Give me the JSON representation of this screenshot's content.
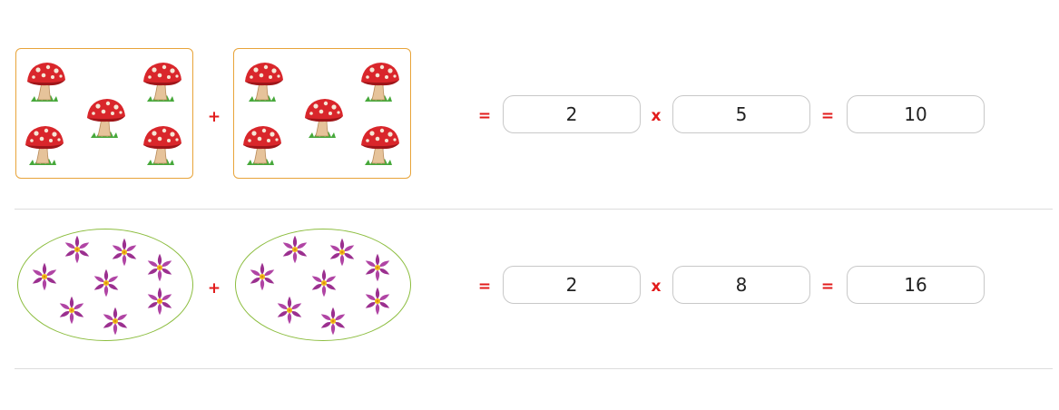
{
  "rows": [
    {
      "picture": "mushroom",
      "plus": "+",
      "equals": "=",
      "times": "x",
      "equals2": "=",
      "groups": "2",
      "per_group": "5",
      "total": "10"
    },
    {
      "picture": "flower",
      "plus": "+",
      "equals": "=",
      "times": "x",
      "equals2": "=",
      "groups": "2",
      "per_group": "8",
      "total": "16"
    }
  ],
  "colors": {
    "operator": "#e21b1b",
    "box_border": "#e8a43a",
    "oval_border": "#8cbd3f",
    "mushroom_cap": "#d9262b",
    "flower_petal": "#9b2f8f"
  }
}
